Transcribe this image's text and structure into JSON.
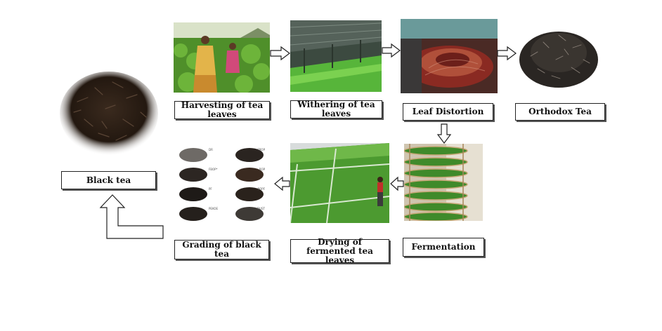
{
  "steps": {
    "harvesting": "Harvesting of tea leaves",
    "withering": "Withering of tea leaves",
    "leaf_distortion": "Leaf Distortion",
    "orthodox": "Orthodox Tea",
    "fermentation": "Fermentation",
    "drying": "Drying of fermented tea leaves",
    "grading": "Grading of black tea",
    "black_tea": "Black tea"
  },
  "grades": {
    "left": [
      "DR",
      "FBOP*",
      "PF",
      "PEKOE"
    ],
    "right": [
      "FBOP",
      "BOP",
      "BOPF",
      "DUST"
    ]
  },
  "colors": {
    "box_border": "#222222",
    "tea_leaf": "#2a1d14",
    "green_leaf": "#4f9a2a",
    "roller": "#8a2a22"
  }
}
